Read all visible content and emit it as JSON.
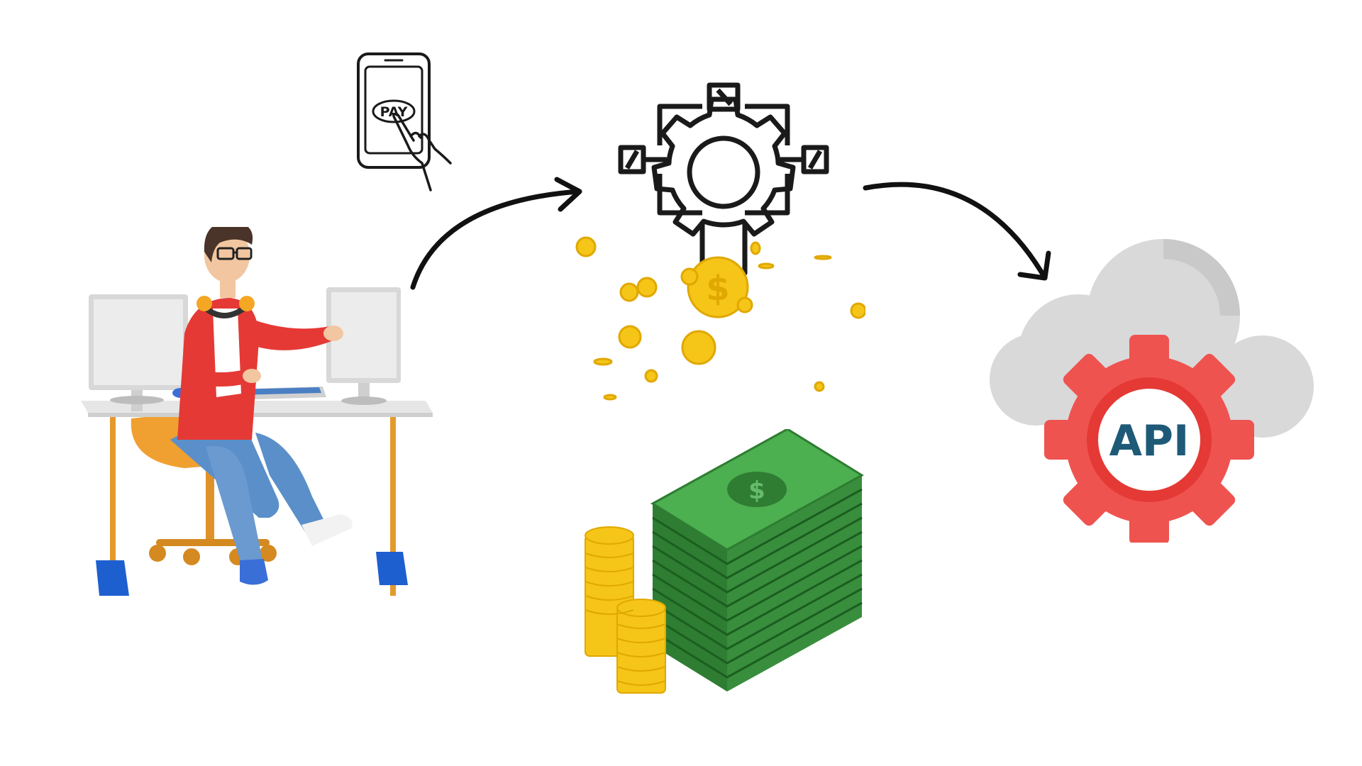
{
  "diagram": {
    "phone": {
      "button_text": "PAY",
      "icon": "phone-tap-pay-icon"
    },
    "developer": {
      "icon": "developer-at-desk-illustration"
    },
    "gateway": {
      "icon": "payment-gateway-gear-icon"
    },
    "money": {
      "icon": "cash-stack-and-coins-icon",
      "note_symbol": "$"
    },
    "api": {
      "label": "API",
      "icon": "cloud-api-gear-icon"
    },
    "colors": {
      "api_gear": "#ef5350",
      "api_text": "#1e5a78",
      "cash": "#2e7d32",
      "coin": "#f5c518",
      "cloud": "#d9d9d9",
      "shirt": "#e53935",
      "jeans": "#5b8fc9"
    }
  }
}
